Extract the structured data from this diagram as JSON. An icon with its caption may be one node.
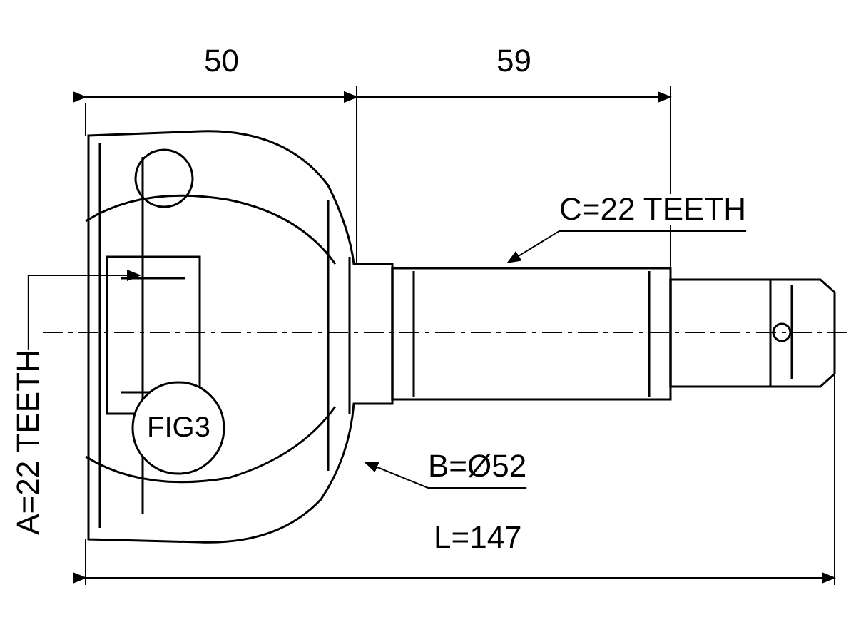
{
  "diagram": {
    "nodes": [
      {
        "text": [
          "C=22 TEETH"
        ]
      },
      {
        "text": [
          "FIG3"
        ]
      },
      {
        "text": [
          "B=Ø52"
        ]
      },
      {
        "text": [
          "A=22 TEETH"
        ]
      }
    ],
    "edges": [
      {
        "from": 0,
        "to": null,
        "arrow": "to"
      },
      {
        "from": 2,
        "to": null,
        "arrow": "to"
      },
      {
        "from": 3,
        "to": null,
        "arrow": "to"
      }
    ],
    "labels": [
      "50",
      "59",
      "L=147"
    ]
  }
}
